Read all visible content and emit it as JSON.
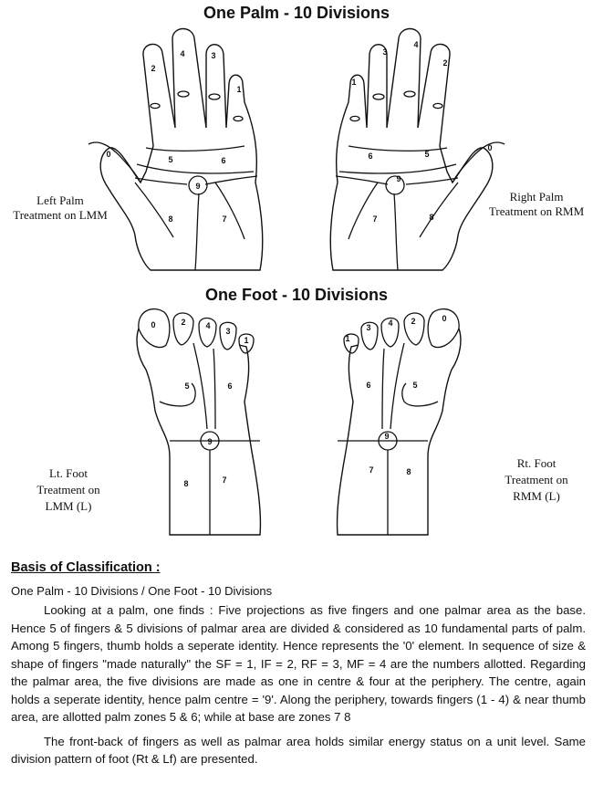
{
  "palm_section": {
    "title": "One Palm - 10 Divisions",
    "left_label": [
      "Left Palm",
      "Treatment on LMM"
    ],
    "right_label": [
      "Right Palm",
      "Treatment on RMM"
    ],
    "left_palm_numbers": [
      "0",
      "1",
      "2",
      "3",
      "4",
      "5",
      "6",
      "7",
      "8",
      "9"
    ],
    "right_palm_numbers": [
      "0",
      "1",
      "2",
      "3",
      "4",
      "5",
      "6",
      "7",
      "8",
      "9"
    ]
  },
  "foot_section": {
    "title": "One Foot - 10 Divisions",
    "left_label": [
      "Lt. Foot",
      "Treatment on",
      "LMM (L)"
    ],
    "right_label": [
      "Rt. Foot",
      "Treatment on",
      "RMM (L)"
    ],
    "left_foot_numbers": [
      "0",
      "1",
      "2",
      "3",
      "4",
      "5",
      "6",
      "7",
      "8",
      "9"
    ],
    "right_foot_numbers": [
      "0",
      "1",
      "2",
      "3",
      "4",
      "5",
      "6",
      "7",
      "8",
      "9"
    ]
  },
  "basis": {
    "heading": "Basis of Classification :",
    "subheading": "One Palm - 10 Divisions / One Foot - 10 Divisions",
    "paragraph1": "Looking at a palm, one finds : Five projections as five fingers and one palmar area as the base. Hence 5 of fingers & 5 divisions of palmar area are divided & considered as 10 fundamental parts of palm. Among 5 fingers, thumb holds a seperate identity. Hence represents the '0' element. In sequence of size & shape of fingers \"made naturally\" the SF = 1, IF = 2, RF = 3, MF = 4 are the numbers allotted. Regarding the palmar area, the five divisions are made as one in centre & four at the periphery. The centre, again holds a seperate identity, hence palm centre = '9'. Along the periphery, towards fingers (1 - 4) & near thumb area, are allotted palm zones 5 & 6; while at base are zones 7  8",
    "paragraph2": "The front-back of fingers as well as palmar area holds similar energy status on a unit level. Same division pattern of foot (Rt & Lf) are presented."
  }
}
